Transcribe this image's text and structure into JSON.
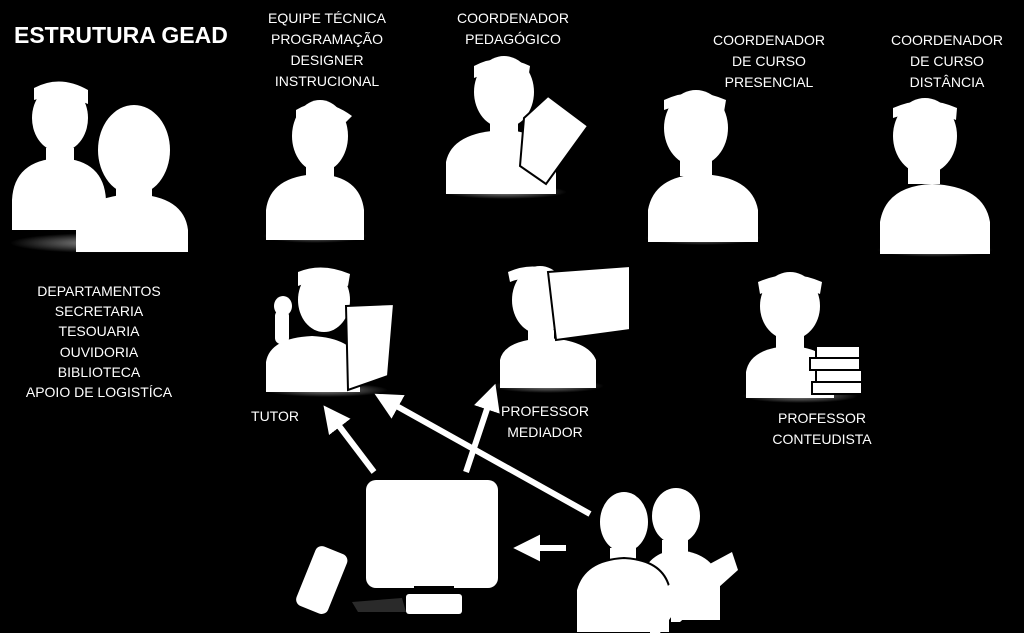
{
  "title": "ESTRUTURA GEAD",
  "colors": {
    "background": "#000000",
    "foreground": "#ffffff"
  },
  "roles": {
    "equipe": [
      "EQUIPE TÉCNICA",
      "PROGRAMAÇÃO",
      "DESIGNER",
      "INSTRUCIONAL"
    ],
    "coord_pedagogico": [
      "COORDENADOR",
      "PEDAGÓGICO"
    ],
    "coord_presencial": [
      "COORDENADOR",
      "DE CURSO",
      "PRESENCIAL"
    ],
    "coord_distancia": [
      "COORDENADOR",
      "DE CURSO",
      "DISTÂNCIA"
    ],
    "departamentos": [
      "DEPARTAMENTOS",
      "SECRETARIA",
      "TESOUARIA",
      "OUVIDORIA",
      "BIBLIOTECA",
      "APOIO DE LOGISTÍCA"
    ],
    "tutor": [
      "TUTOR"
    ],
    "prof_mediador": [
      "PROFESSOR",
      "MEDIADOR"
    ],
    "prof_conteudista": [
      "PROFESSOR",
      "CONTEUDISTA"
    ]
  },
  "icons": [
    "two-people-icon",
    "person-icon",
    "person-with-document-icon",
    "person-icon",
    "person-icon",
    "person-at-laptop-icon",
    "person-with-board-icon",
    "person-with-books-icon",
    "computer-monitor-icon",
    "smartphone-icon",
    "students-icon"
  ]
}
